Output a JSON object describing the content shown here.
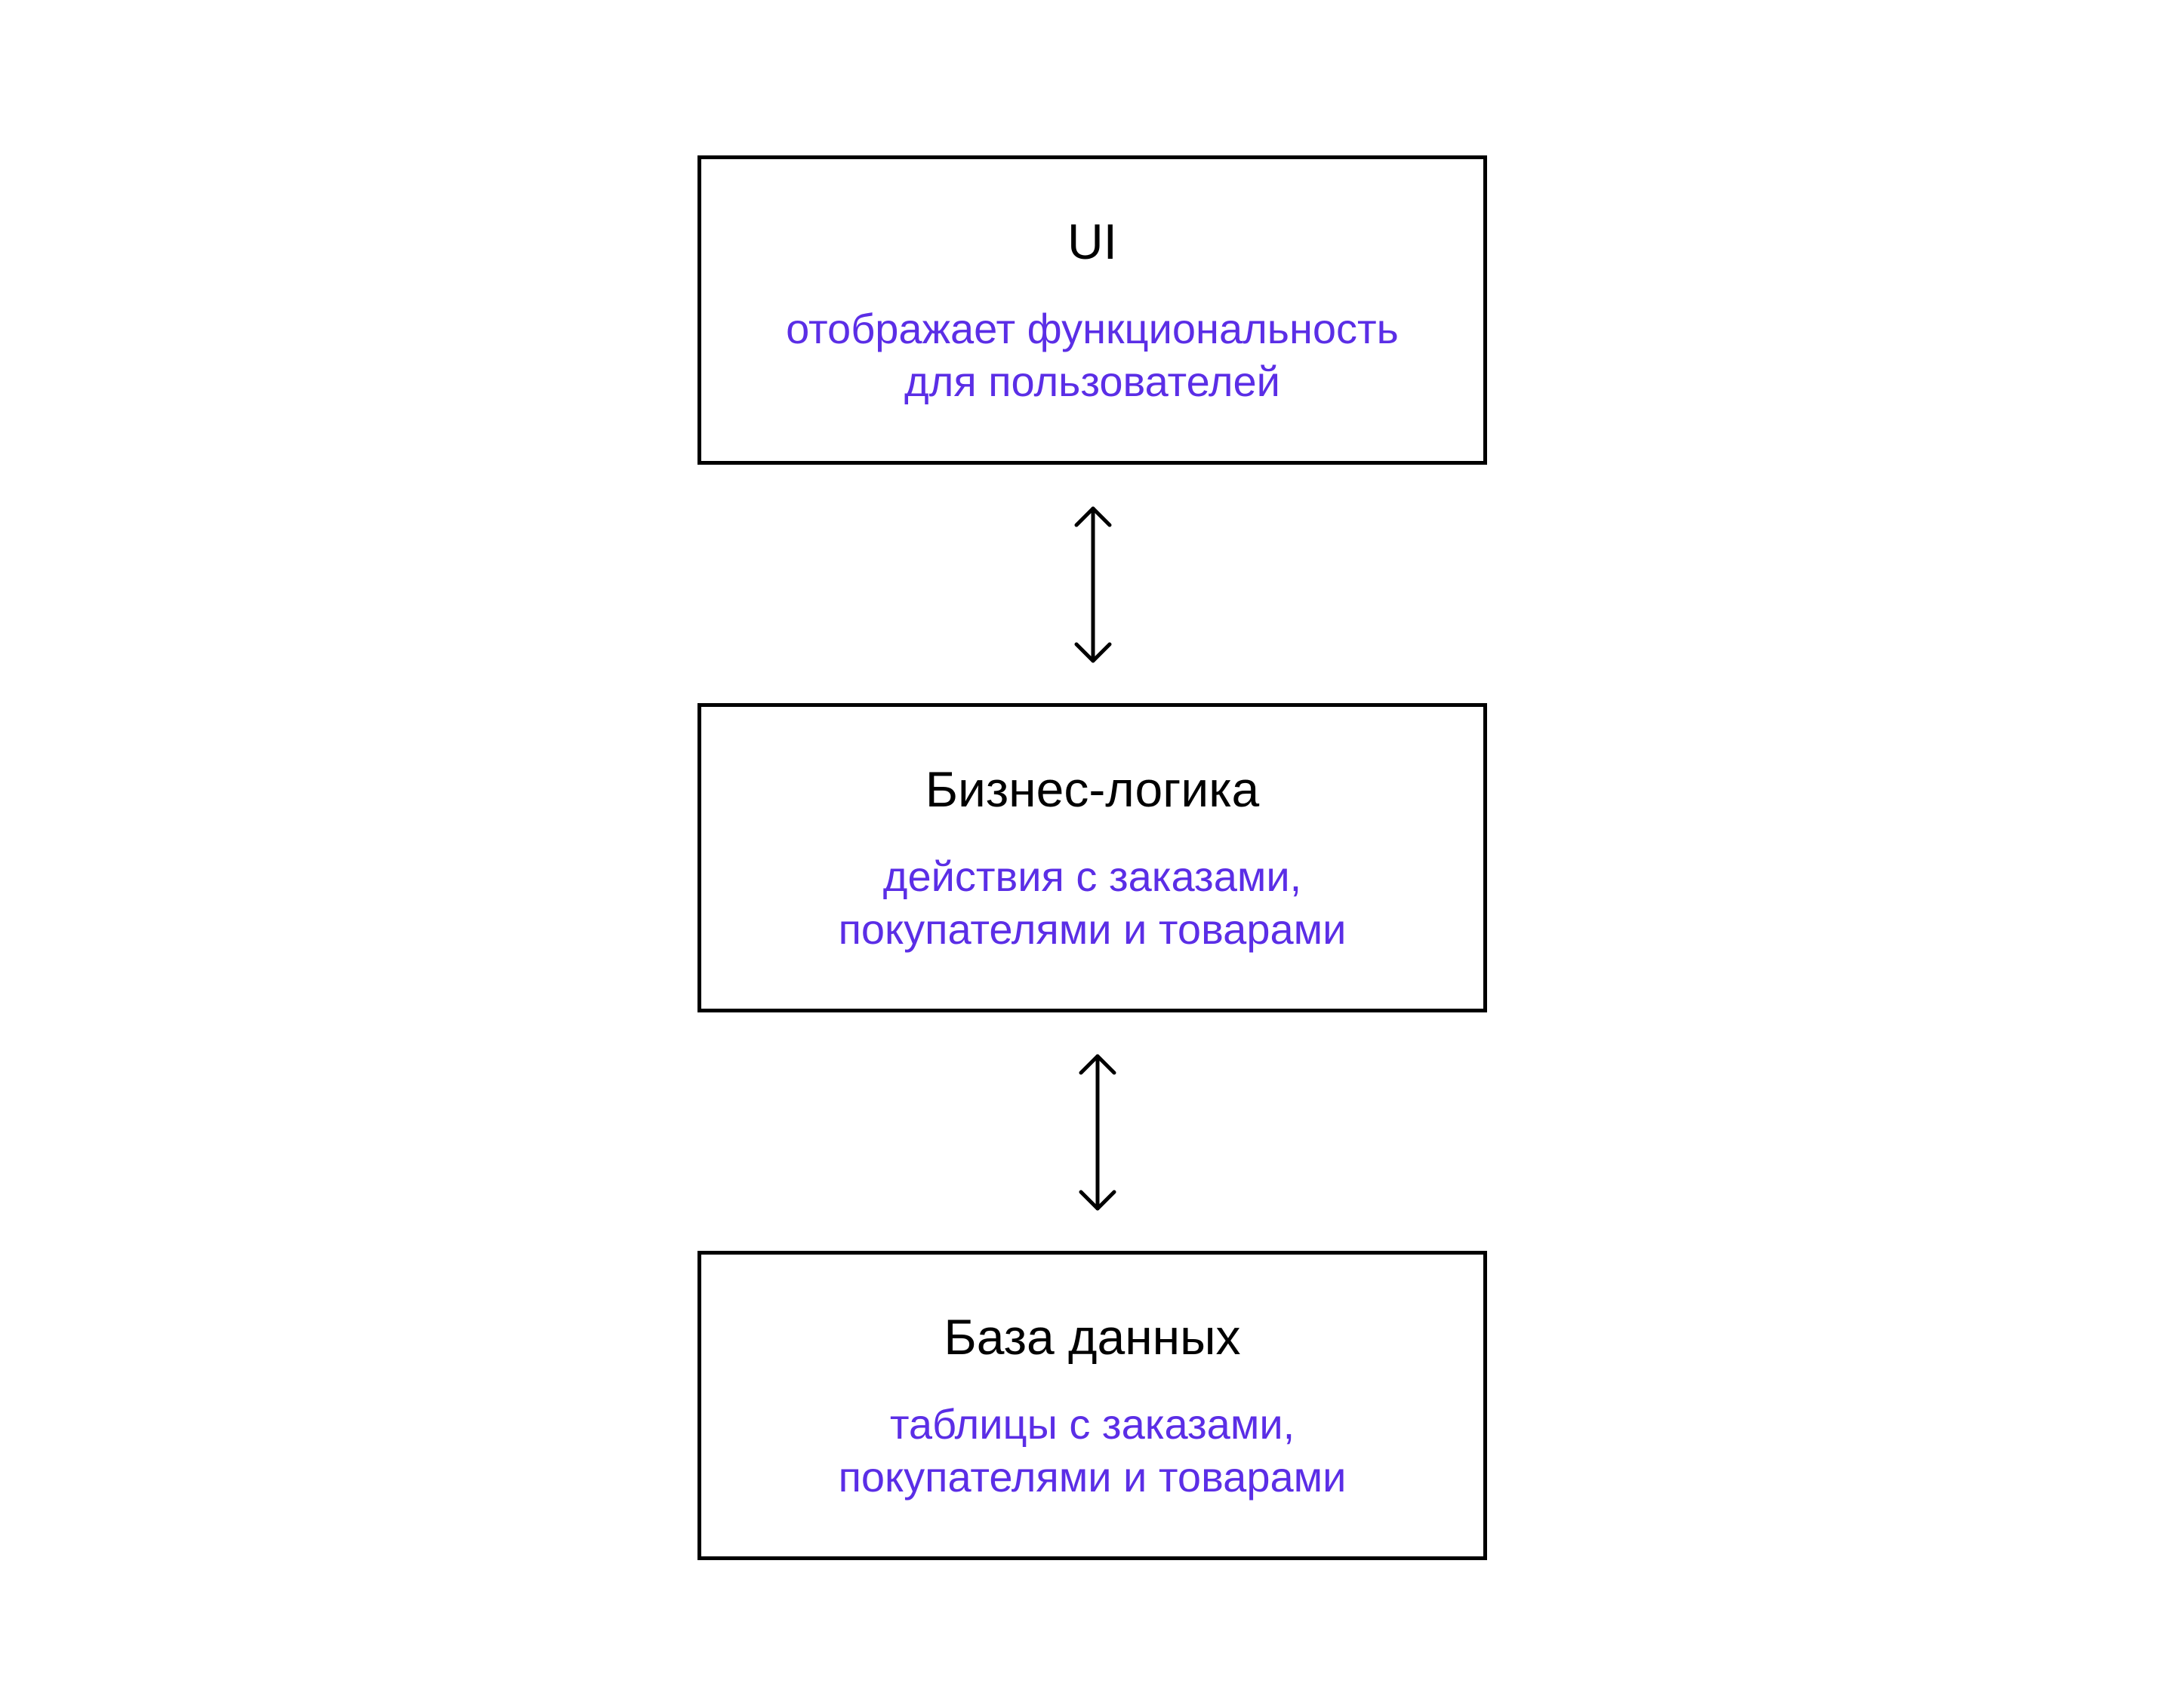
{
  "colors": {
    "title": "#000000",
    "description": "#5B2EE6",
    "border": "#000000",
    "arrow": "#000000"
  },
  "layers": [
    {
      "title": "UI",
      "description": [
        "отображает функциональность",
        "для пользователей"
      ]
    },
    {
      "title": "Бизнес-логика",
      "description": [
        "действия с заказами,",
        "покупателями и товарами"
      ]
    },
    {
      "title": "База данных",
      "description": [
        "таблицы с заказами,",
        "покупателями и товарами"
      ]
    }
  ],
  "connectors": [
    {
      "type": "bidirectional",
      "icon": "double-arrow-vertical-icon"
    },
    {
      "type": "bidirectional",
      "icon": "double-arrow-vertical-icon"
    }
  ]
}
